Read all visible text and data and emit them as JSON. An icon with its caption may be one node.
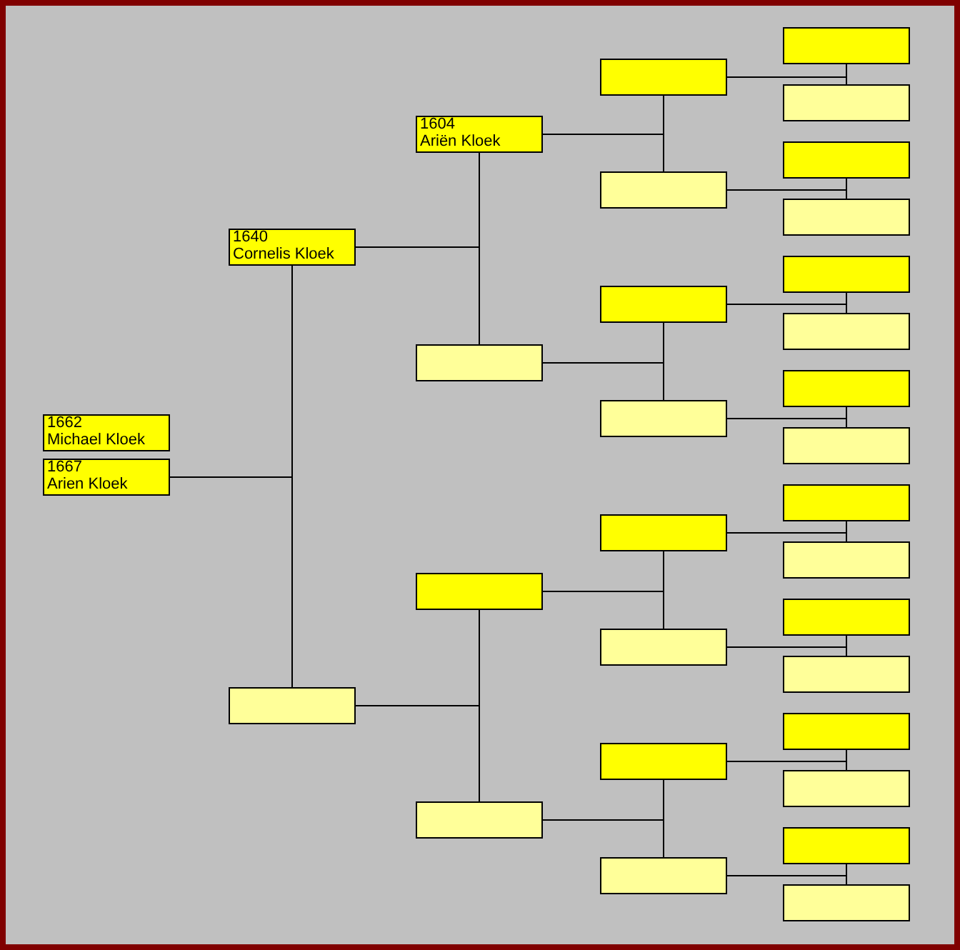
{
  "diagram": {
    "nodes": [
      {
        "text": [
          "1662",
          "Michael Kloek"
        ]
      },
      {
        "text": [
          "1667",
          "Arien Kloek"
        ]
      },
      {
        "text": [
          "1640",
          "Cornelis Kloek"
        ]
      },
      {
        "text": [],
        "shape": "box"
      },
      {
        "text": [
          "1604",
          "Ariën Kloek"
        ]
      },
      {
        "text": [],
        "shape": "box"
      },
      {
        "text": [],
        "shape": "box"
      },
      {
        "text": [],
        "shape": "box"
      },
      {
        "text": [],
        "shape": "box"
      },
      {
        "text": [],
        "shape": "box"
      },
      {
        "text": [],
        "shape": "box"
      },
      {
        "text": [],
        "shape": "box"
      },
      {
        "text": [],
        "shape": "box"
      },
      {
        "text": [],
        "shape": "box"
      },
      {
        "text": [],
        "shape": "box"
      },
      {
        "text": [],
        "shape": "box"
      },
      {
        "text": [],
        "shape": "box"
      },
      {
        "text": [],
        "shape": "box"
      },
      {
        "text": [],
        "shape": "box"
      },
      {
        "text": [],
        "shape": "box"
      },
      {
        "text": [],
        "shape": "box"
      },
      {
        "text": [],
        "shape": "box"
      },
      {
        "text": [],
        "shape": "box"
      },
      {
        "text": [],
        "shape": "box"
      },
      {
        "text": [],
        "shape": "box"
      },
      {
        "text": [],
        "shape": "box"
      },
      {
        "text": [],
        "shape": "box"
      },
      {
        "text": [],
        "shape": "box"
      },
      {
        "text": [],
        "shape": "box"
      },
      {
        "text": [],
        "shape": "box"
      },
      {
        "text": [],
        "shape": "box"
      },
      {
        "text": [],
        "shape": "box"
      }
    ],
    "edges": [
      {
        "from": 1,
        "to": 2,
        "arrow": "none"
      },
      {
        "from": 1,
        "to": 3,
        "arrow": "none"
      },
      {
        "from": 2,
        "to": 4,
        "arrow": "none"
      },
      {
        "from": 2,
        "to": 5,
        "arrow": "none"
      },
      {
        "from": 3,
        "to": 6,
        "arrow": "none"
      },
      {
        "from": 3,
        "to": 7,
        "arrow": "none"
      },
      {
        "from": 4,
        "to": 8,
        "arrow": "none"
      },
      {
        "from": 4,
        "to": 9,
        "arrow": "none"
      },
      {
        "from": 5,
        "to": 10,
        "arrow": "none"
      },
      {
        "from": 5,
        "to": 11,
        "arrow": "none"
      },
      {
        "from": 6,
        "to": 12,
        "arrow": "none"
      },
      {
        "from": 6,
        "to": 13,
        "arrow": "none"
      },
      {
        "from": 7,
        "to": 14,
        "arrow": "none"
      },
      {
        "from": 7,
        "to": 15,
        "arrow": "none"
      },
      {
        "from": 8,
        "to": 16,
        "arrow": "none"
      },
      {
        "from": 8,
        "to": 17,
        "arrow": "none"
      },
      {
        "from": 9,
        "to": 18,
        "arrow": "none"
      },
      {
        "from": 9,
        "to": 19,
        "arrow": "none"
      },
      {
        "from": 10,
        "to": 20,
        "arrow": "none"
      },
      {
        "from": 10,
        "to": 21,
        "arrow": "none"
      },
      {
        "from": 11,
        "to": 22,
        "arrow": "none"
      },
      {
        "from": 11,
        "to": 23,
        "arrow": "none"
      },
      {
        "from": 12,
        "to": 24,
        "arrow": "none"
      },
      {
        "from": 12,
        "to": 25,
        "arrow": "none"
      },
      {
        "from": 13,
        "to": 26,
        "arrow": "none"
      },
      {
        "from": 13,
        "to": 27,
        "arrow": "none"
      },
      {
        "from": 14,
        "to": 28,
        "arrow": "none"
      },
      {
        "from": 14,
        "to": 29,
        "arrow": "none"
      },
      {
        "from": 15,
        "to": 30,
        "arrow": "none"
      },
      {
        "from": 15,
        "to": 31,
        "arrow": "none"
      }
    ]
  }
}
